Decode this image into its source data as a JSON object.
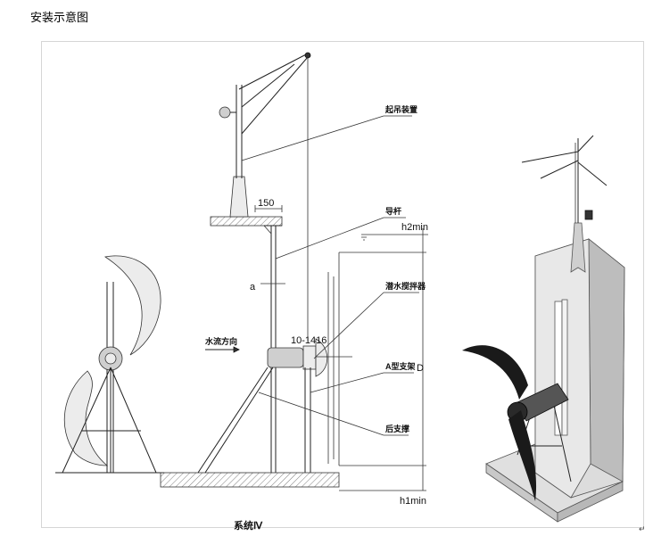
{
  "page_title": "安装示意图",
  "labels": {
    "lifting_device": "起吊装置",
    "guide_rod": "导杆",
    "h2min": "h2min",
    "dim_150": "150",
    "dim_a": "a",
    "mixer": "潜水搅拌器",
    "flow_direction": "水流方向",
    "pipe_size": "10-1416",
    "a_bracket": "A型支架",
    "d": "D",
    "rear_support": "后支撑",
    "h1min": "h1min",
    "system": "系统Ⅳ"
  },
  "paragraph_mark": "↵",
  "colors": {
    "line": "#222222",
    "concrete": "#e8e8e8",
    "blade_dark": "#1a1a1a"
  }
}
